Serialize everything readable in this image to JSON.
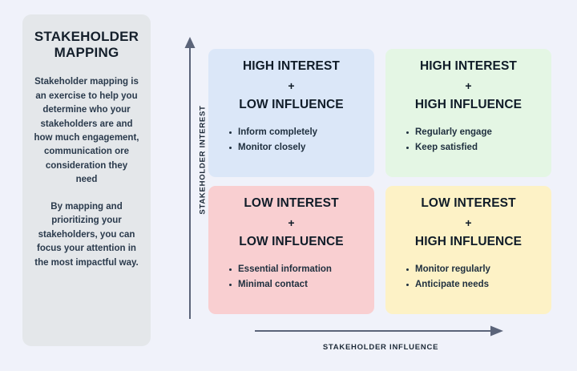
{
  "sidebar": {
    "title": "STAKEHOLDER MAPPING",
    "paragraph_1": "Stakeholder mapping is an exercise to help you determine who your stakeholders are and how much engagement, communication ore consideration they need",
    "paragraph_2": "By mapping and prioritizing your stakeholders, you can focus your attention in the most impactful way."
  },
  "axes": {
    "y_label": "STAKEHOLDER INTEREST",
    "x_label": "STAKEHOLDER INFLUENCE",
    "y_arrow_direction": "up",
    "x_arrow_direction": "right",
    "axis_color": "#5b6479"
  },
  "quadrants": [
    {
      "id": "high-interest-low-influence",
      "line1": "HIGH INTEREST",
      "plus": "+",
      "line2": "LOW INFLUENCE",
      "bullets": [
        "Inform completely",
        "Monitor closely"
      ],
      "color": "#dbe7f8"
    },
    {
      "id": "high-interest-high-influence",
      "line1": "HIGH INTEREST",
      "plus": "+",
      "line2": "HIGH INFLUENCE",
      "bullets": [
        "Regularly engage",
        "Keep satisfied"
      ],
      "color": "#e4f6e4"
    },
    {
      "id": "low-interest-low-influence",
      "line1": "LOW INTEREST",
      "plus": "+",
      "line2": "LOW INFLUENCE",
      "bullets": [
        "Essential information",
        "Minimal contact"
      ],
      "color": "#f9cfd1"
    },
    {
      "id": "low-interest-high-influence",
      "line1": "LOW INTEREST",
      "plus": "+",
      "line2": "HIGH INFLUENCE",
      "bullets": [
        "Monitor regularly",
        "Anticipate needs"
      ],
      "color": "#fdf2c6"
    }
  ],
  "page": {
    "background_color": "#f0f2fa",
    "sidebar_color": "#e4e7ea"
  }
}
